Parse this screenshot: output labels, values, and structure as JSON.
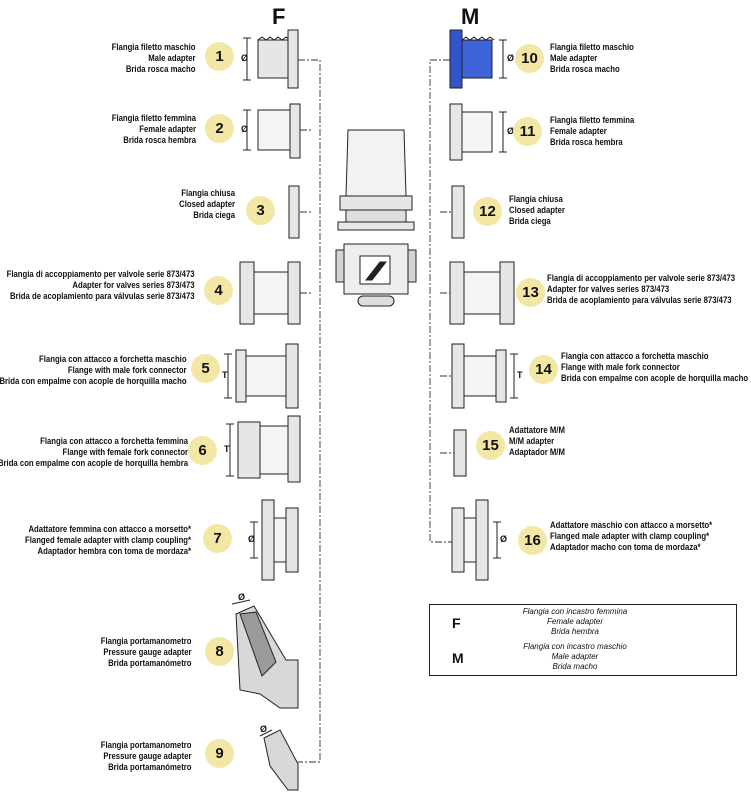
{
  "columns": {
    "female": "F",
    "male": "M"
  },
  "items": [
    {
      "n": "1",
      "lines": [
        "Flangia filetto maschio",
        "Male adapter",
        "Brida rosca macho"
      ]
    },
    {
      "n": "2",
      "lines": [
        "Flangia filetto femmina",
        "Female adapter",
        "Brida rosca hembra"
      ]
    },
    {
      "n": "3",
      "lines": [
        "Flangia chiusa",
        "Closed adapter",
        "Brida ciega"
      ]
    },
    {
      "n": "4",
      "lines": [
        "Flangia di accoppiamento per valvole serie 873/473",
        "Adapter for valves series 873/473",
        "Brida de acoplamiento para válvulas serie 873/473"
      ]
    },
    {
      "n": "5",
      "lines": [
        "Flangia con attacco a forchetta maschio",
        "Flange with male fork connector",
        "Brida con empalme con acople de horquilla macho"
      ]
    },
    {
      "n": "6",
      "lines": [
        "Flangia con attacco a forchetta femmina",
        "Flange with female fork connector",
        "Brida con empalme con acople de horquilla hembra"
      ]
    },
    {
      "n": "7",
      "lines": [
        "Adattatore femmina con attacco a morsetto*",
        "Flanged female adapter with clamp coupling*",
        "Adaptador hembra con toma de mordaza*"
      ]
    },
    {
      "n": "8",
      "lines": [
        "Flangia portamanometro",
        "Pressure gauge adapter",
        "Brida portamanómetro"
      ]
    },
    {
      "n": "9",
      "lines": [
        "Flangia portamanometro",
        "Pressure gauge adapter",
        "Brida portamanómetro"
      ]
    },
    {
      "n": "10",
      "lines": [
        "Flangia filetto maschio",
        "Male adapter",
        "Brida rosca macho"
      ]
    },
    {
      "n": "11",
      "lines": [
        "Flangia filetto femmina",
        "Female adapter",
        "Brida rosca hembra"
      ]
    },
    {
      "n": "12",
      "lines": [
        "Flangia chiusa",
        "Closed adapter",
        "Brida ciega"
      ]
    },
    {
      "n": "13",
      "lines": [
        "Flangia di accoppiamento per valvole serie 873/473",
        "Adapter for valves series 873/473",
        "Brida de acoplamiento para válvulas serie 873/473"
      ]
    },
    {
      "n": "14",
      "lines": [
        "Flangia con attacco a forchetta maschio",
        "Flange with male fork connector",
        "Brida con empalme con acople de horquilla macho"
      ]
    },
    {
      "n": "15",
      "lines": [
        "Adattatore M/M",
        "M/M adapter",
        "Adaptador M/M"
      ]
    },
    {
      "n": "16",
      "lines": [
        "Adattatore maschio con attacco a morsetto*",
        "Flanged male adapter with clamp coupling*",
        "Adaptador macho con toma de mordaza*"
      ]
    }
  ],
  "legend": {
    "f_letter": "F",
    "f_lines": [
      "Flangia con incastro femmina",
      "Female adapter",
      "Brida hembra"
    ],
    "m_letter": "M",
    "m_lines": [
      "Flangia con incastro maschio",
      "Male adapter",
      "Brida macho"
    ]
  },
  "dimension_symbols": {
    "diameter": "Ø",
    "thickness": "T"
  },
  "colors": {
    "badge": "#f3e7a6",
    "highlight": "#3355cc",
    "part_fill": "#e6e6e6"
  }
}
